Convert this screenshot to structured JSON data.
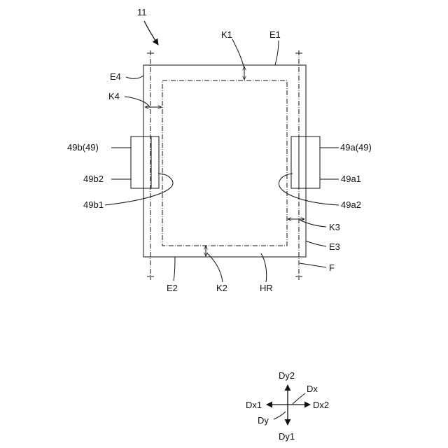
{
  "figure_number": "11",
  "labels": {
    "K1": "K1",
    "E1": "E1",
    "E4": "E4",
    "K4": "K4",
    "b49": "49b(49)",
    "b49_2": "49b2",
    "b49_1": "49b1",
    "a49": "49a(49)",
    "a49_1": "49a1",
    "a49_2": "49a2",
    "K3": "K3",
    "E3": "E3",
    "F": "F",
    "E2": "E2",
    "K2": "K2",
    "HR": "HR"
  },
  "axes": {
    "Dy2": "Dy2",
    "Dx": "Dx",
    "Dx1": "Dx1",
    "Dx2": "Dx2",
    "Dy": "Dy",
    "Dy1": "Dy1"
  }
}
